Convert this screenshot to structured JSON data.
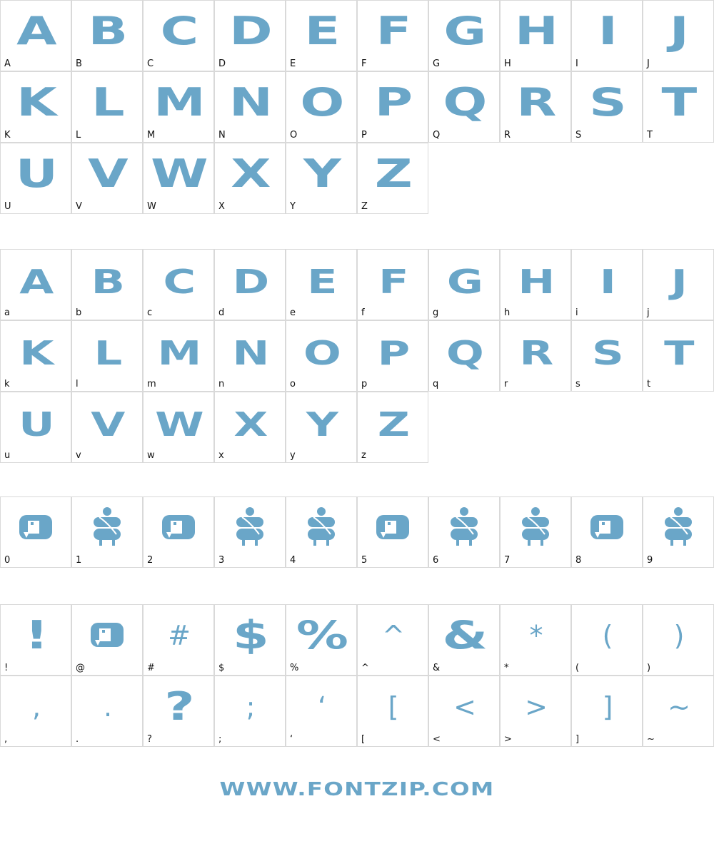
{
  "sections": [
    {
      "id": "upper",
      "top": 0,
      "chars": [
        {
          "g": "A",
          "l": "A"
        },
        {
          "g": "B",
          "l": "B"
        },
        {
          "g": "C",
          "l": "C"
        },
        {
          "g": "D",
          "l": "D"
        },
        {
          "g": "E",
          "l": "E"
        },
        {
          "g": "F",
          "l": "F"
        },
        {
          "g": "G",
          "l": "G"
        },
        {
          "g": "H",
          "l": "H"
        },
        {
          "g": "I",
          "l": "I"
        },
        {
          "g": "J",
          "l": "J"
        },
        {
          "g": "K",
          "l": "K"
        },
        {
          "g": "L",
          "l": "L"
        },
        {
          "g": "M",
          "l": "M"
        },
        {
          "g": "N",
          "l": "N"
        },
        {
          "g": "O",
          "l": "O"
        },
        {
          "g": "P",
          "l": "P"
        },
        {
          "g": "Q",
          "l": "Q"
        },
        {
          "g": "R",
          "l": "R"
        },
        {
          "g": "S",
          "l": "S"
        },
        {
          "g": "T",
          "l": "T"
        },
        {
          "g": "U",
          "l": "U"
        },
        {
          "g": "V",
          "l": "V"
        },
        {
          "g": "W",
          "l": "W"
        },
        {
          "g": "X",
          "l": "X"
        },
        {
          "g": "Y",
          "l": "Y"
        },
        {
          "g": "Z",
          "l": "Z"
        }
      ]
    },
    {
      "id": "lower",
      "chars": [
        {
          "g": "A",
          "l": "a"
        },
        {
          "g": "B",
          "l": "b"
        },
        {
          "g": "C",
          "l": "c"
        },
        {
          "g": "D",
          "l": "d"
        },
        {
          "g": "E",
          "l": "e"
        },
        {
          "g": "F",
          "l": "f"
        },
        {
          "g": "G",
          "l": "g"
        },
        {
          "g": "H",
          "l": "h"
        },
        {
          "g": "I",
          "l": "i"
        },
        {
          "g": "J",
          "l": "j"
        },
        {
          "g": "K",
          "l": "k"
        },
        {
          "g": "L",
          "l": "l"
        },
        {
          "g": "M",
          "l": "m"
        },
        {
          "g": "N",
          "l": "n"
        },
        {
          "g": "O",
          "l": "o"
        },
        {
          "g": "P",
          "l": "p"
        },
        {
          "g": "Q",
          "l": "q"
        },
        {
          "g": "R",
          "l": "r"
        },
        {
          "g": "S",
          "l": "s"
        },
        {
          "g": "T",
          "l": "t"
        },
        {
          "g": "U",
          "l": "u"
        },
        {
          "g": "V",
          "l": "v"
        },
        {
          "g": "W",
          "l": "w"
        },
        {
          "g": "X",
          "l": "x"
        },
        {
          "g": "Y",
          "l": "y"
        },
        {
          "g": "Z",
          "l": "z"
        }
      ]
    },
    {
      "id": "digits",
      "chars": [
        {
          "fig": "box",
          "l": "0"
        },
        {
          "fig": "man",
          "l": "1"
        },
        {
          "fig": "box",
          "l": "2"
        },
        {
          "fig": "man",
          "l": "3"
        },
        {
          "fig": "man",
          "l": "4"
        },
        {
          "fig": "box",
          "l": "5"
        },
        {
          "fig": "man",
          "l": "6"
        },
        {
          "fig": "man",
          "l": "7"
        },
        {
          "fig": "box",
          "l": "8"
        },
        {
          "fig": "man",
          "l": "9"
        }
      ]
    },
    {
      "id": "symbols",
      "chars": [
        {
          "g": "!",
          "l": "!"
        },
        {
          "fig": "box",
          "l": "@"
        },
        {
          "g": "#",
          "l": "#",
          "thin": true
        },
        {
          "g": "$",
          "l": "$"
        },
        {
          "g": "%",
          "l": "%"
        },
        {
          "g": "^",
          "l": "^",
          "thin": true
        },
        {
          "g": "&",
          "l": "&"
        },
        {
          "g": "*",
          "l": "*",
          "thin": true
        },
        {
          "g": "(",
          "l": "(",
          "thin": true
        },
        {
          "g": ")",
          "l": ")",
          "thin": true
        },
        {
          "g": ",",
          "l": ",",
          "thin": true
        },
        {
          "g": ".",
          "l": ".",
          "thin": true
        },
        {
          "g": "?",
          "l": "?"
        },
        {
          "g": ";",
          "l": ";",
          "thin": true
        },
        {
          "g": "‘",
          "l": "‘",
          "thin": true
        },
        {
          "g": "[",
          "l": "[",
          "thin": true
        },
        {
          "g": "<",
          "l": "<",
          "thin": true
        },
        {
          "g": ">",
          "l": ">",
          "thin": true
        },
        {
          "g": "]",
          "l": "]",
          "thin": true
        },
        {
          "g": "~",
          "l": "~",
          "thin": true
        }
      ]
    }
  ],
  "footer": {
    "text": "WWW.FONTZIP.COM"
  },
  "colors": {
    "glyph": "#6aa6c8",
    "border": "#d9d9d9",
    "label": "#111111"
  }
}
